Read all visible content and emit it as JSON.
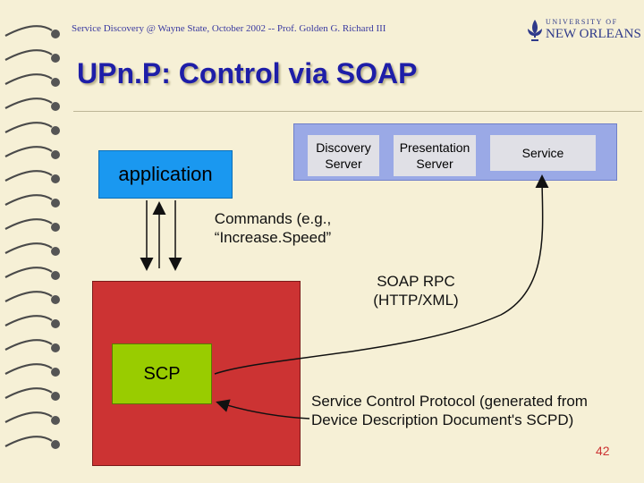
{
  "header": {
    "text": "Service Discovery @ Wayne State, October 2002 -- Prof. Golden G. Richard III"
  },
  "logo": {
    "top_text": "UNIVERSITY OF",
    "main_text": "NEW ORLEANS"
  },
  "title": "UPn.P: Control via SOAP",
  "diagram": {
    "discovery_server": "Discovery Server",
    "presentation_server": "Presentation Server",
    "service": "Service",
    "application": "application",
    "scp": "SCP",
    "commands_label": "Commands (e.g., “Increase.Speed”",
    "soap_label": "SOAP RPC (HTTP/XML)",
    "scp_description": "Service Control Protocol (generated from Device Description Document's SCPD)"
  },
  "page_number": "42",
  "colors": {
    "background": "#f6f0d6",
    "title": "#1e1ea8",
    "device_box": "#cc3333",
    "scp_box": "#99cc00",
    "application_box": "#1a98f0",
    "server_band": "#9aa9e6",
    "page_number": "#cc3333"
  }
}
